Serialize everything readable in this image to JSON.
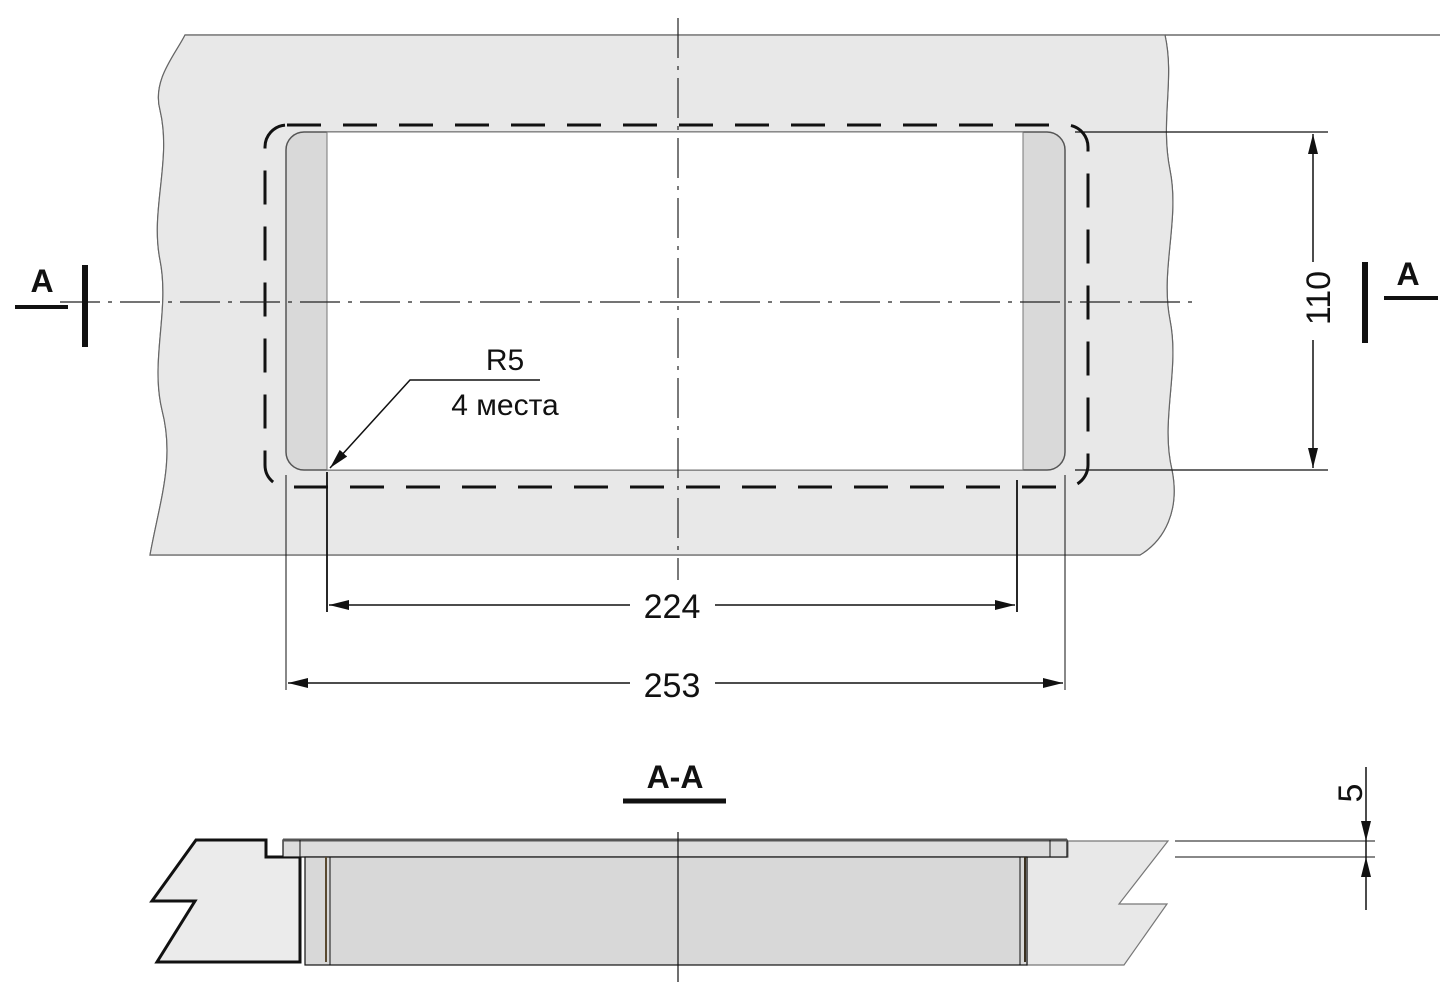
{
  "plan_view": {
    "section_mark_left": "A",
    "section_mark_right": "A",
    "radius_note": {
      "radius": "R5",
      "count": "4 места"
    },
    "dimensions": {
      "height": "110",
      "inner_width": "224",
      "outer_width": "253"
    }
  },
  "section_view": {
    "title": "A-A",
    "flange_thickness": "5"
  },
  "colors": {
    "panel": "#e6e6e6",
    "insert": "#d9d9d9",
    "line": "#111111"
  }
}
